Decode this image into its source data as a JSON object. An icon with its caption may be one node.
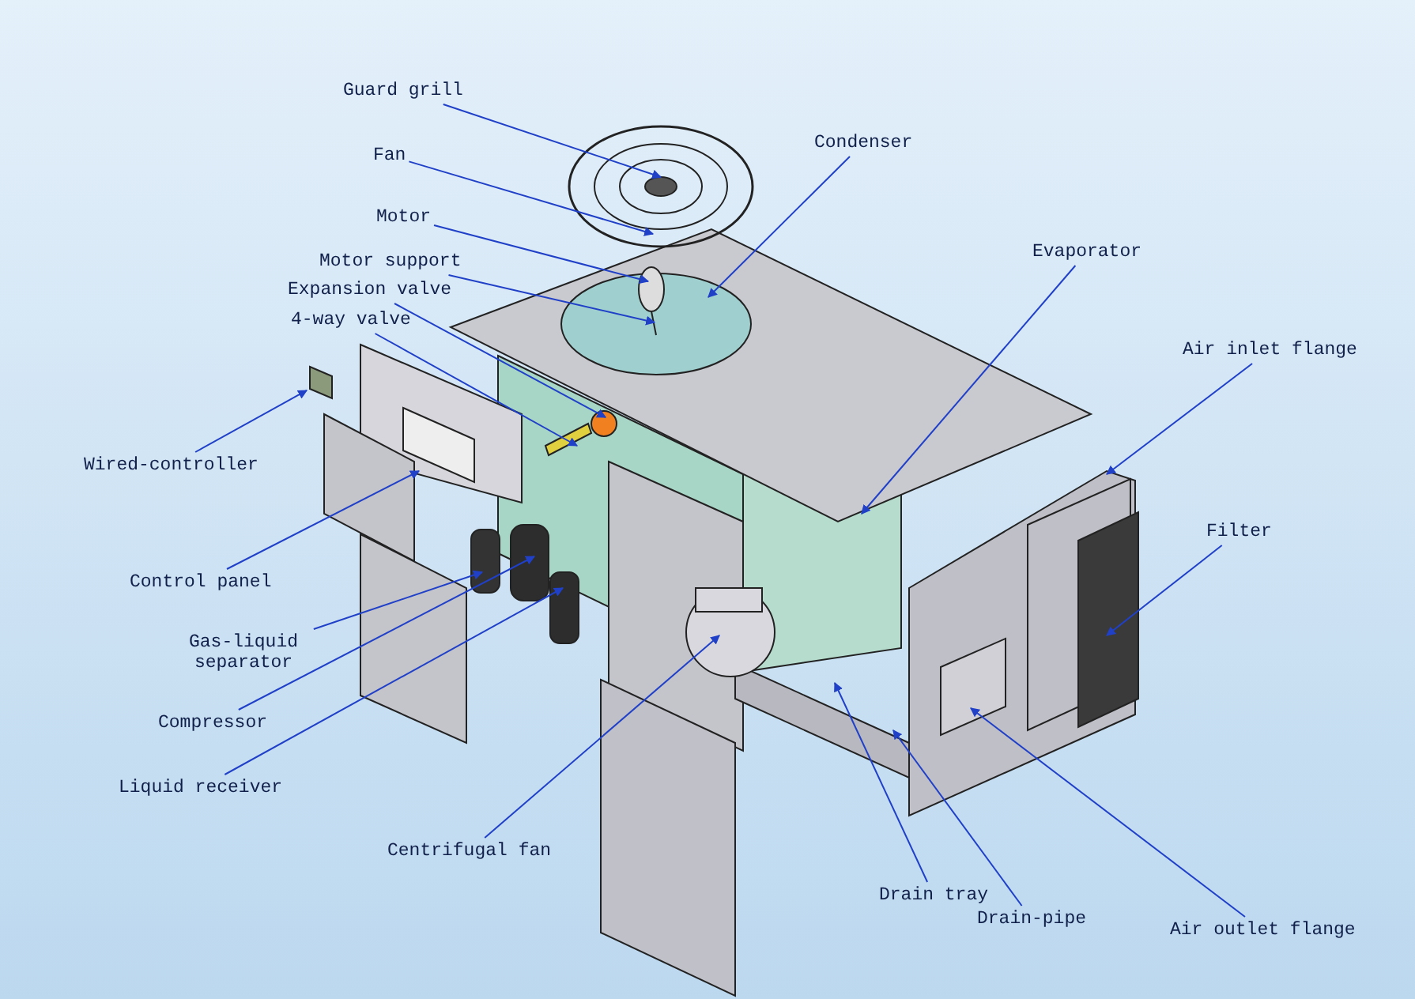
{
  "diagram": {
    "nodes": [
      {
        "text": [
          "Guard grill"
        ]
      },
      {
        "text": [
          "Condenser"
        ]
      },
      {
        "text": [
          "Fan"
        ]
      },
      {
        "text": [
          "Motor"
        ]
      },
      {
        "text": [
          "Motor support"
        ]
      },
      {
        "text": [
          "Expansion valve"
        ]
      },
      {
        "text": [
          "Evaporator"
        ]
      },
      {
        "text": [
          "4-way valve"
        ]
      },
      {
        "text": [
          "Air inlet flange"
        ]
      },
      {
        "text": [
          "Wired-controller"
        ]
      },
      {
        "text": [
          "Filter"
        ]
      },
      {
        "text": [
          "Control panel"
        ]
      },
      {
        "text": [
          "Gas-liquid separator"
        ]
      },
      {
        "text": [
          "Compressor"
        ]
      },
      {
        "text": [
          "Liquid receiver"
        ]
      },
      {
        "text": [
          "Centrifugal fan"
        ]
      },
      {
        "text": [
          "Drain tray"
        ]
      },
      {
        "text": [
          "Drain-pipe"
        ]
      },
      {
        "text": [
          "Air outlet flange"
        ]
      },
      {
        "text": [],
        "shape": "box"
      }
    ],
    "edges": [
      {
        "from": 0,
        "to": null,
        "arrow": "to"
      },
      {
        "from": 1,
        "to": null,
        "arrow": "to"
      },
      {
        "from": 2,
        "to": null,
        "arrow": "to"
      },
      {
        "from": 3,
        "to": null,
        "arrow": "to"
      },
      {
        "from": 4,
        "to": null,
        "arrow": "to"
      },
      {
        "from": 5,
        "to": null,
        "arrow": "to"
      },
      {
        "from": 6,
        "to": null,
        "arrow": "to"
      },
      {
        "from": 7,
        "to": null,
        "arrow": "to"
      },
      {
        "from": 8,
        "to": null,
        "arrow": "to"
      },
      {
        "from": 9,
        "to": 19,
        "arrow": "to"
      },
      {
        "from": 10,
        "to": null,
        "arrow": "to"
      },
      {
        "from": 11,
        "to": null,
        "arrow": "to"
      },
      {
        "from": 12,
        "to": null,
        "arrow": "to"
      },
      {
        "from": 13,
        "to": null,
        "arrow": "to"
      },
      {
        "from": 14,
        "to": null,
        "arrow": "to"
      },
      {
        "from": 15,
        "to": null,
        "arrow": "to"
      },
      {
        "from": 16,
        "to": null,
        "arrow": "to"
      },
      {
        "from": 17,
        "to": null,
        "arrow": "to"
      },
      {
        "from": 18,
        "to": null,
        "arrow": "to"
      }
    ]
  }
}
